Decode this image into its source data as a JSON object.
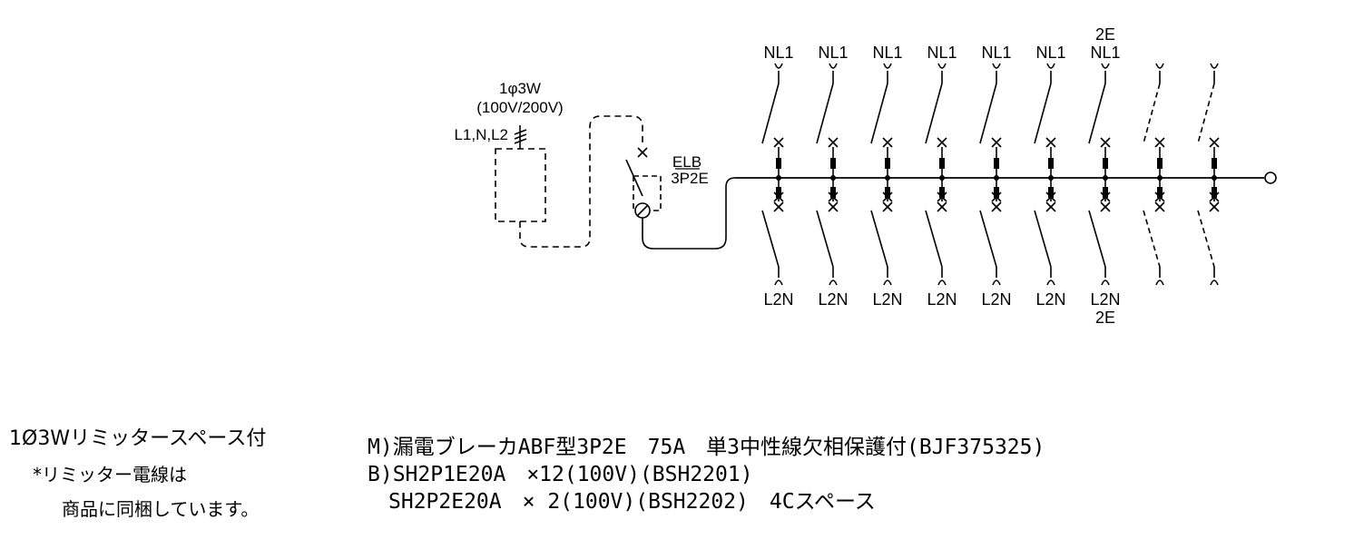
{
  "incoming": {
    "supply": "1φ3W",
    "voltage": "(100V/200V)",
    "conductors": "L1,N,L2"
  },
  "main_breaker": {
    "name": "ELB",
    "poles": "3P2E"
  },
  "branches_top": [
    "NL1",
    "NL1",
    "NL1",
    "NL1",
    "NL1",
    "NL1",
    "NL1",
    "",
    ""
  ],
  "branch7_top_prefix": "2E",
  "branches_bottom": [
    "L2N",
    "L2N",
    "L2N",
    "L2N",
    "L2N",
    "L2N",
    "L2N",
    "",
    ""
  ],
  "branch7_bottom_suffix": "2E",
  "notes": {
    "line1": "1Ø3Wリミッタースペース付",
    "line2": "*リミッター電線は",
    "line3": "商品に同梱しています。"
  },
  "spec": {
    "line1": "M)漏電ブレーカABF型3P2E　75A　単3中性線欠相保護付(BJF375325)",
    "line2": "B)SH2P1E20A　×12(100V)(BSH2201)",
    "line3": "　SH2P2E20A　× 2(100V)(BSH2202)　4Cスペース"
  }
}
